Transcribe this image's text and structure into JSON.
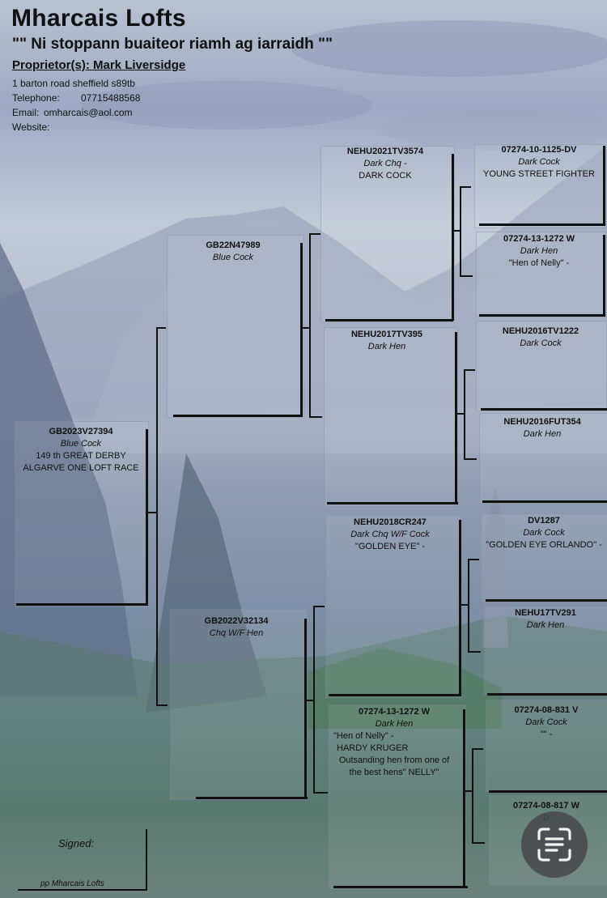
{
  "header": {
    "title": "Mharcais Lofts",
    "motto": "\"\" Ni stoppann buaiteor riamh ag iarraidh \"\"",
    "proprietor": "Proprietor(s): Mark Liversidge",
    "address": "1 barton road  sheffield   s89tb",
    "telephone_label": "Telephone:",
    "telephone": "07715488568",
    "email_label": "Email:",
    "email": "omharcais@aol.com",
    "website_label": "Website:"
  },
  "pedigree": {
    "subject": {
      "ring": "GB2023V27394",
      "colour": "Blue Cock",
      "name": "149 th GREAT DERBY",
      "comment": "ALGARVE ONE LOFT RACE"
    },
    "sire": {
      "ring": "GB22N47989",
      "colour": "Blue Cock"
    },
    "dam": {
      "ring": "GB2022V32134",
      "colour": "Chq W/F Hen"
    },
    "ss": {
      "ring": "NEHU2021TV3574",
      "colour": "Dark Chq -",
      "name": "DARK COCK"
    },
    "sd": {
      "ring": "NEHU2017TV395",
      "colour": "Dark Hen"
    },
    "ds": {
      "ring": "NEHU2018CR247",
      "colour": "Dark Chq W/F Cock",
      "name": "\"GOLDEN EYE\" -"
    },
    "dd": {
      "ring": "07274-13-1272 W",
      "colour": "Dark Hen",
      "name": "\"Hen of Nelly\" -",
      "comment1": "HARDY KRUGER",
      "comment2": "Outsanding hen from one of",
      "comment3": "the best hens\" NELLY\""
    },
    "sss": {
      "ring": "07274-10-1125-DV",
      "colour": "Dark Cock",
      "name": "YOUNG STREET FIGHTER"
    },
    "ssd": {
      "ring": "07274-13-1272 W",
      "colour": "Dark Hen",
      "name": "\"Hen of Nelly\" -"
    },
    "sds": {
      "ring": "NEHU2016TV1222",
      "colour": "Dark Cock"
    },
    "sdd": {
      "ring": "NEHU2016FUT354",
      "colour": "Dark Hen"
    },
    "dss": {
      "ring": "DV1287",
      "colour": "Dark Cock",
      "name": "\"GOLDEN EYE ORLANDO\" -"
    },
    "dsd": {
      "ring": "NEHU17TV291",
      "colour": "Dark Hen"
    },
    "dds": {
      "ring": "07274-08-831 V",
      "colour": "Dark Cock",
      "name": "\"\" -"
    },
    "ddd": {
      "ring": "07274-08-817 W",
      "colour": "D"
    }
  },
  "footer": {
    "signed_label": "Signed:",
    "signed_by": "pp Mharcais Lofts"
  },
  "icons": {
    "scan": "text-scan-icon"
  }
}
